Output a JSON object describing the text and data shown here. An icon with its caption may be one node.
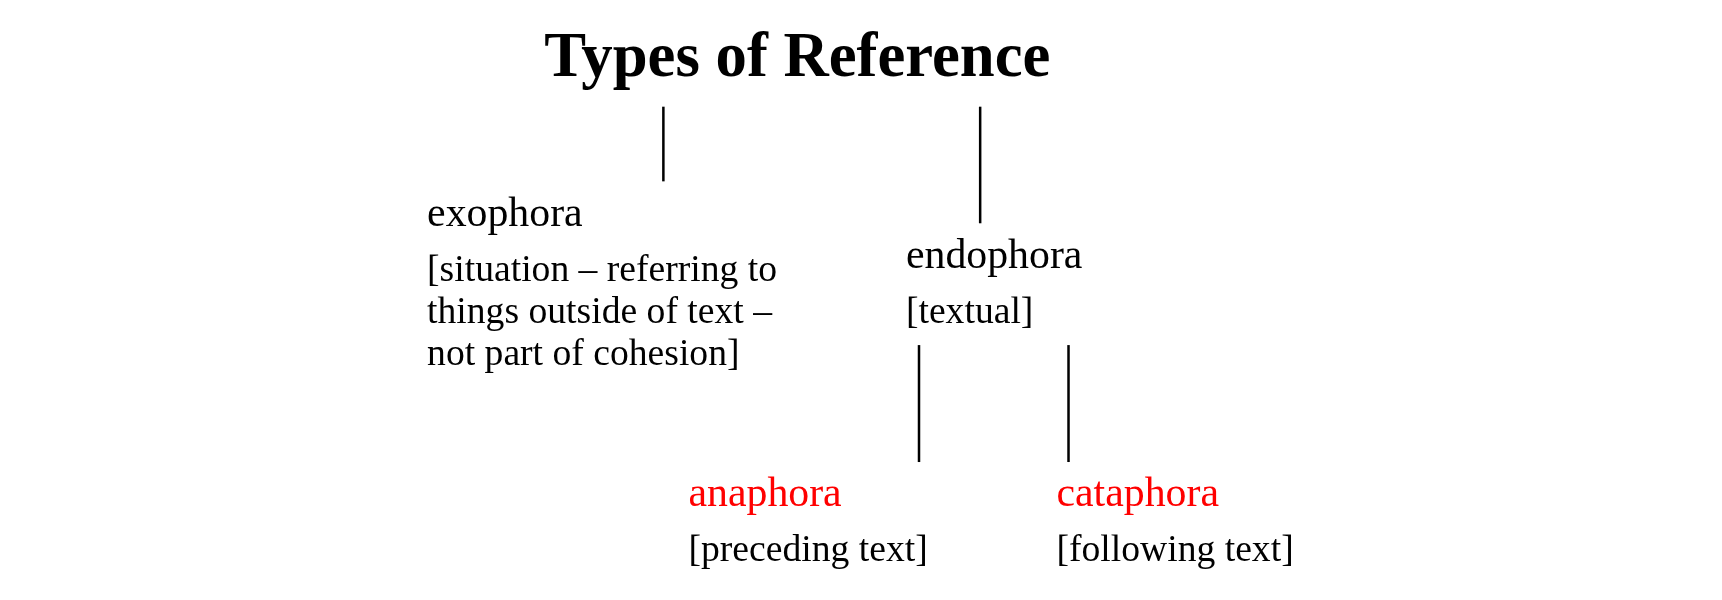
{
  "diagram": {
    "nodes": [
      {
        "text": [
          "Types of Reference"
        ]
      },
      {
        "text": [
          "exophora",
          "[situation – referring to things outside of text – not part of cohesion]"
        ]
      },
      {
        "text": [
          "endophora",
          "[textual]"
        ]
      },
      {
        "text": [
          "anaphora",
          "[preceding text]"
        ]
      },
      {
        "text": [
          "cataphora",
          "[following text]"
        ]
      }
    ],
    "edges": [
      {
        "from": 0,
        "to": 1,
        "arrow": "none"
      },
      {
        "from": 0,
        "to": 2,
        "arrow": "none"
      },
      {
        "from": 2,
        "to": 3,
        "arrow": "none"
      },
      {
        "from": 2,
        "to": 4,
        "arrow": "none"
      }
    ]
  }
}
